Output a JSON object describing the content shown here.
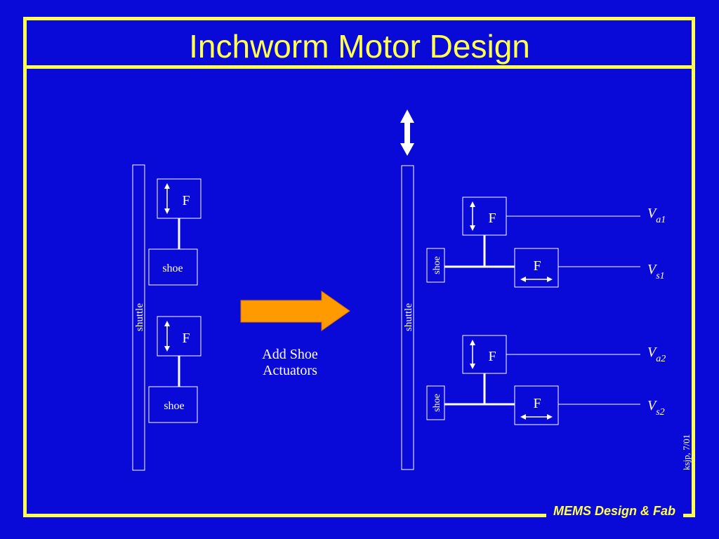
{
  "slide": {
    "title": "Inchworm Motor Design",
    "footer": "MEMS Design & Fab",
    "credit": "ksjp, 7/01"
  },
  "left_diagram": {
    "shuttle_label": "shuttle",
    "actuators": [
      {
        "label": "F",
        "shoe_label": "shoe"
      },
      {
        "label": "F",
        "shoe_label": "shoe"
      }
    ]
  },
  "arrow": {
    "caption_line1": "Add Shoe",
    "caption_line2": "Actuators",
    "color": "#ff9a00"
  },
  "right_diagram": {
    "shuttle_label": "shuttle",
    "groups": [
      {
        "actuator_label": "F",
        "shoe_label": "shoe",
        "shoe_actuator_label": "F",
        "va_main": "V",
        "va_sub": "a1",
        "vs_main": "V",
        "vs_sub": "s1"
      },
      {
        "actuator_label": "F",
        "shoe_label": "shoe",
        "shoe_actuator_label": "F",
        "va_main": "V",
        "va_sub": "a2",
        "vs_main": "V",
        "vs_sub": "s2"
      }
    ]
  },
  "colors": {
    "background": "#0a0ad8",
    "frame": "#ffff4d",
    "lines": "#ffffff"
  }
}
